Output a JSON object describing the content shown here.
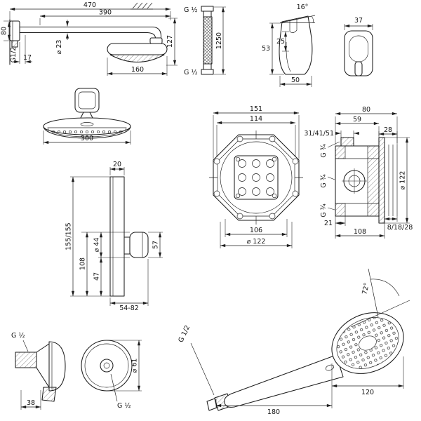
{
  "drawing": {
    "overhead_side": {
      "total_projection": "470",
      "arm_projection": "390",
      "flange_size": "80",
      "thread": "G1/2",
      "flange_depth": "17",
      "arm_diameter": "⌀ 23",
      "drop_height": "127",
      "head_depth": "160"
    },
    "overhead_front": {
      "head_diameter": "300"
    },
    "hose": {
      "thread_top": "G ½",
      "length": "1250",
      "thread_bottom": "G ½"
    },
    "holder_side": {
      "tilt_angle": "16°",
      "height": "53",
      "inner_height": "25",
      "depth": "50"
    },
    "holder_front": {
      "width": "37"
    },
    "thermostat": {
      "plate_thickness": "20",
      "plate_height": "155/155",
      "center_height": "108",
      "handle_diameter": "⌀ 44",
      "bottom_offset": "47",
      "handle_depth": "57",
      "projection_range": "54-82"
    },
    "ibox_front": {
      "body_width": "151",
      "bolt_spacing": "114",
      "inner_width": "106",
      "cutout_diameter": "⌀ 122"
    },
    "ibox_side": {
      "total_depth": "80",
      "body_depth": "59",
      "install_depth_range": "31/41/51",
      "front_depth": "28",
      "thread_top": "G ¾",
      "thread_center": "G ¾",
      "thread_bottom": "G ¾",
      "min_escutcheon": "⌀ 122",
      "bottom_offset": "21",
      "trim_depth_options": "8/18/28",
      "body_height": "108"
    },
    "wall_outlet": {
      "thread": "G ½",
      "projection": "38",
      "escutcheon_diameter": "⌀ 61",
      "outlet_thread": "G ½"
    },
    "hand_shower": {
      "spray_angle": "72°",
      "thread": "G 1/2",
      "head_length": "120",
      "handle_length": "180"
    }
  }
}
